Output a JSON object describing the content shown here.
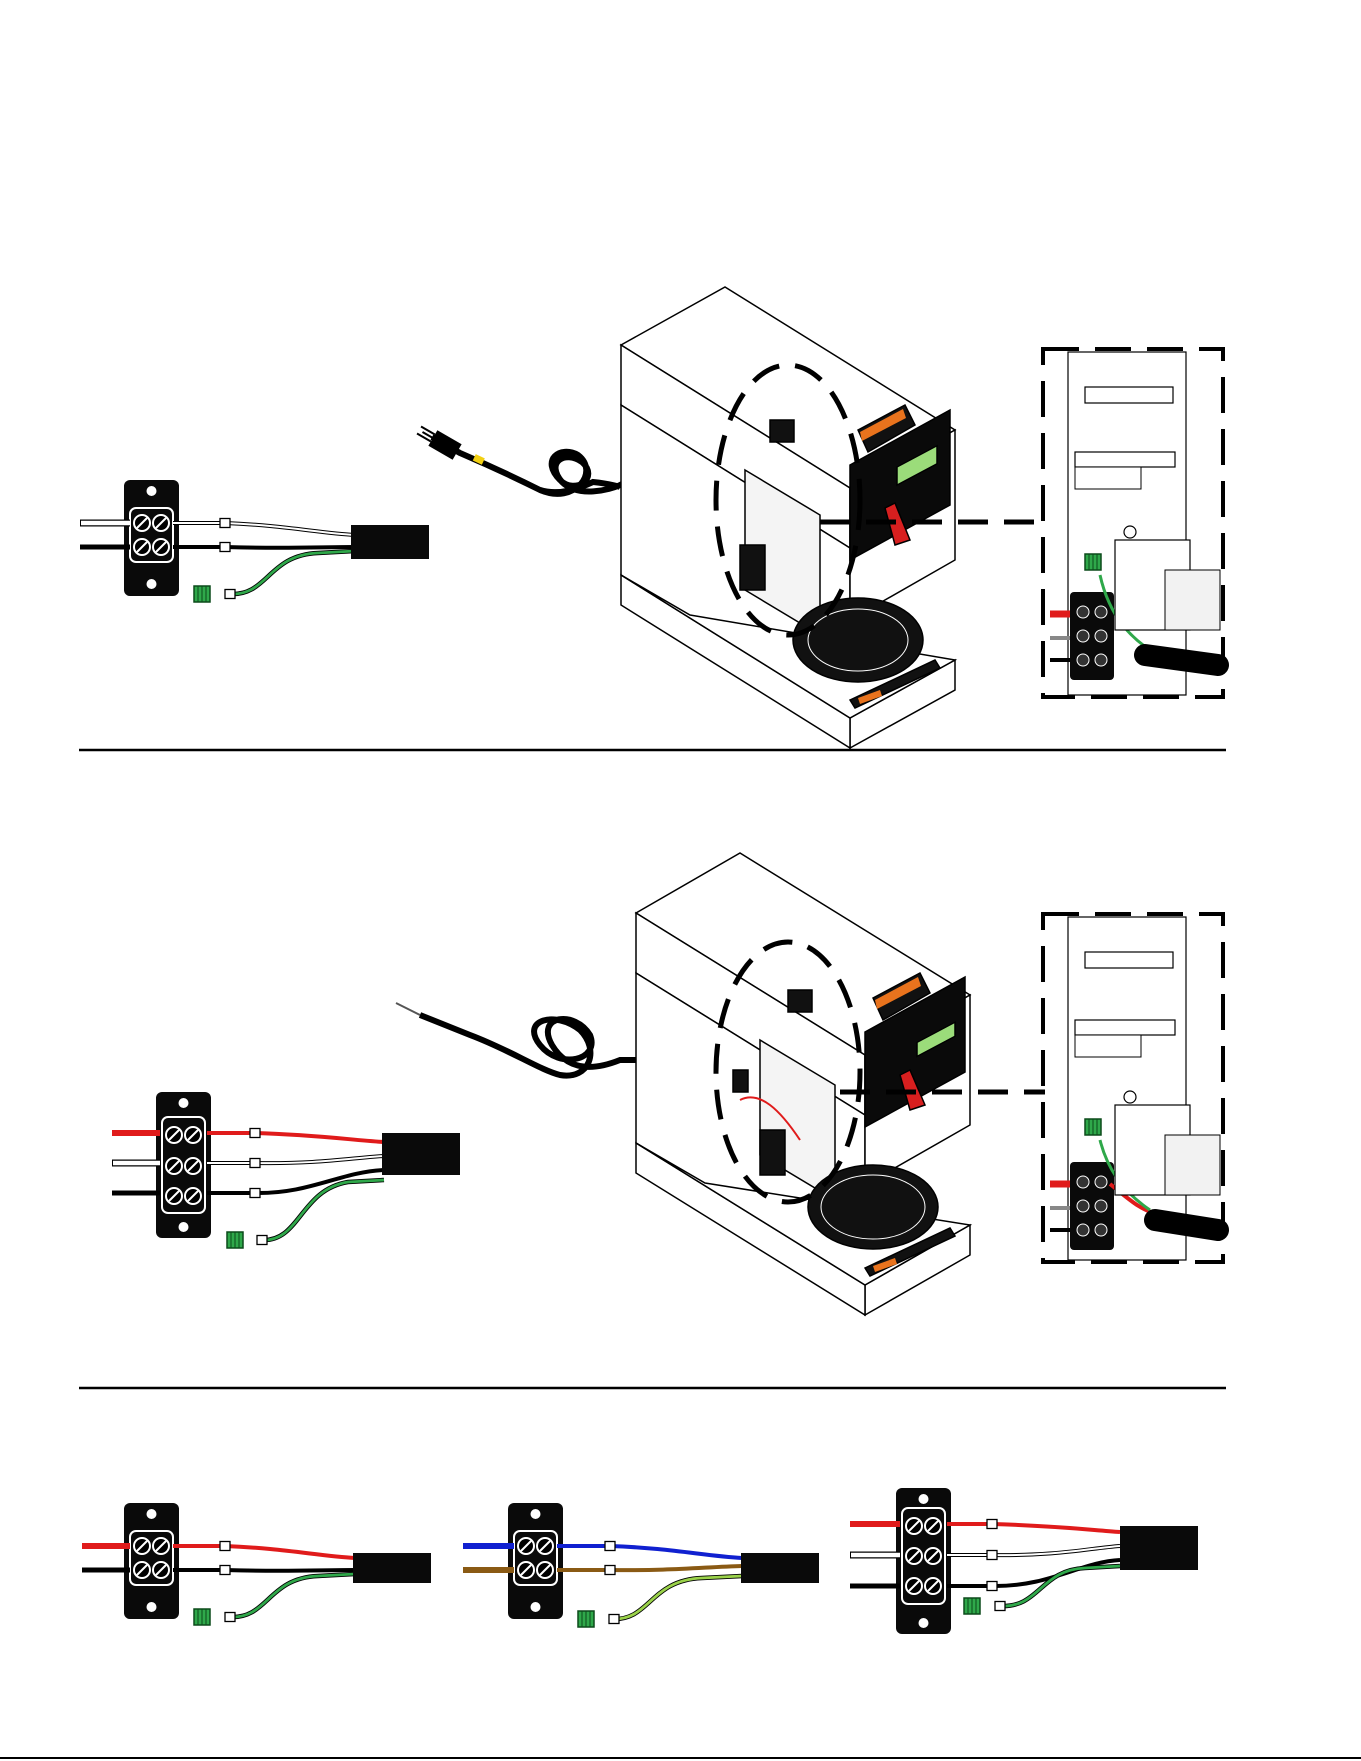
{
  "footer": {
    "text": ""
  },
  "colors": {
    "hot": "#e01b1b",
    "neutral": "#ffffff",
    "line": "#111111",
    "ground": "#2fa84a",
    "blue": "#1020d0",
    "brown": "#8a5a14",
    "panel": "#000000",
    "warning_orange": "#e9731d",
    "lcd": "#b8e38a",
    "handle": "#d81f1f"
  },
  "sections": [
    {
      "id": "section-1",
      "cord": "plug",
      "block_terminals": 4,
      "wires": [
        "neutral",
        "line",
        "ground"
      ]
    },
    {
      "id": "section-2",
      "cord": "bare",
      "block_terminals": 6,
      "wires": [
        "hot",
        "neutral",
        "line",
        "ground"
      ]
    },
    {
      "id": "section-3",
      "variants": [
        {
          "id": "variant-a",
          "block_terminals": 4,
          "wires": [
            "hot",
            "line",
            "ground"
          ]
        },
        {
          "id": "variant-b",
          "block_terminals": 4,
          "wires": [
            "blue",
            "brown",
            "ground"
          ]
        },
        {
          "id": "variant-c",
          "block_terminals": 6,
          "wires": [
            "hot",
            "neutral",
            "line",
            "ground"
          ]
        }
      ]
    }
  ]
}
